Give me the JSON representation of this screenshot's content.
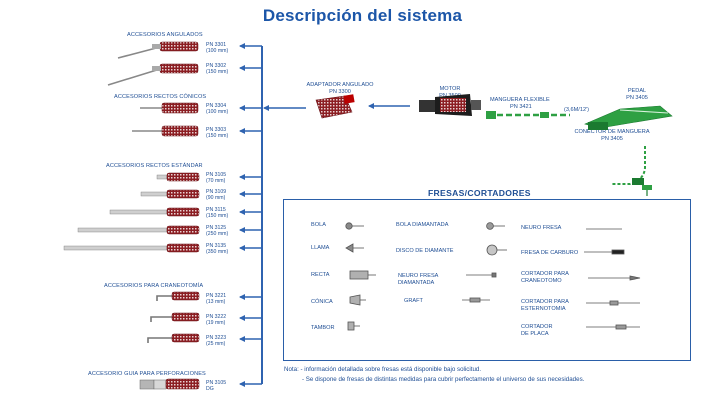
{
  "title": "Descripción del sistema",
  "categories": {
    "angulados": "ACCESORIOS ANGULADOS",
    "rectos_conicos": "ACCESORIOS RECTOS CÓNICOS",
    "rectos_estandar": "ACCESORIOS RECTOS ESTÁNDAR",
    "craneotomia": "ACCESORIOS PARA CRANEOTOMÍA",
    "guia_perforaciones": "ACCESORIO GUIA PARA PERFORACIONES"
  },
  "accessories": [
    {
      "pn": "PN 3301",
      "size": "(100 mm)"
    },
    {
      "pn": "PN 3302",
      "size": "(150 mm)"
    },
    {
      "pn": "PN 3304",
      "size": "(100 mm)"
    },
    {
      "pn": "PN 3303",
      "size": "(150 mm)"
    },
    {
      "pn": "PN 3105",
      "size": "(70 mm)"
    },
    {
      "pn": "PN 3109",
      "size": "(90 mm)"
    },
    {
      "pn": "PN 3115",
      "size": "(150 mm)"
    },
    {
      "pn": "PN 3125",
      "size": "(250 mm)"
    },
    {
      "pn": "PN 3135",
      "size": "(350 mm)"
    },
    {
      "pn": "PN 3221",
      "size": "(13 mm)"
    },
    {
      "pn": "PN 3222",
      "size": "(19 mm)"
    },
    {
      "pn": "PN 3223",
      "size": "(25 mm)"
    },
    {
      "pn": "PN 3105",
      "size": "DG"
    }
  ],
  "system": {
    "adaptador": {
      "label": "ADAPTADOR ANGULADO",
      "pn": "PN 3300"
    },
    "motor": {
      "label": "MOTOR",
      "pn": "PN 3500"
    },
    "manguera": {
      "label": "MANGUERA FLEXIBLE",
      "pn": "PN 3421"
    },
    "manguera_len": "(3,6M/12')",
    "pedal": {
      "label": "PEDAL",
      "pn": "PN 3405"
    },
    "conector": {
      "label": "CONECTOR DE MANGUERA",
      "pn": "PN 3405"
    }
  },
  "fresas": {
    "title": "FRESAS/CORTADORES",
    "col1": [
      "BOLA",
      "LLAMA",
      "RECTA",
      "CÓNICA",
      "TAMBOR"
    ],
    "col2": [
      "BOLA DIAMANTADA",
      "DISCO DE DIAMANTE",
      "NEURO FRESA",
      "DIAMANTADA",
      "GRAFT"
    ],
    "col3": [
      "NEURO FRESA",
      "FRESA DE CARBURO",
      "CORTADOR PARA",
      "CRANEOTOMO",
      "CORTADOR PARA",
      "ESTERNOTOMIA",
      "CORTADOR",
      "DE PLACA"
    ]
  },
  "notes": {
    "line1": "Nota: - información detallada sobre fresas está disponible bajo solicitud.",
    "line2": "- Se dispone de fresas de distintas medidas para cubrir perfectamente el universo de sus necesidades."
  },
  "colors": {
    "blue": "#1f4e94",
    "arrow": "#2f63b0",
    "red": "#8c1e23",
    "green": "#2ea043",
    "title": "#1c56a8"
  }
}
